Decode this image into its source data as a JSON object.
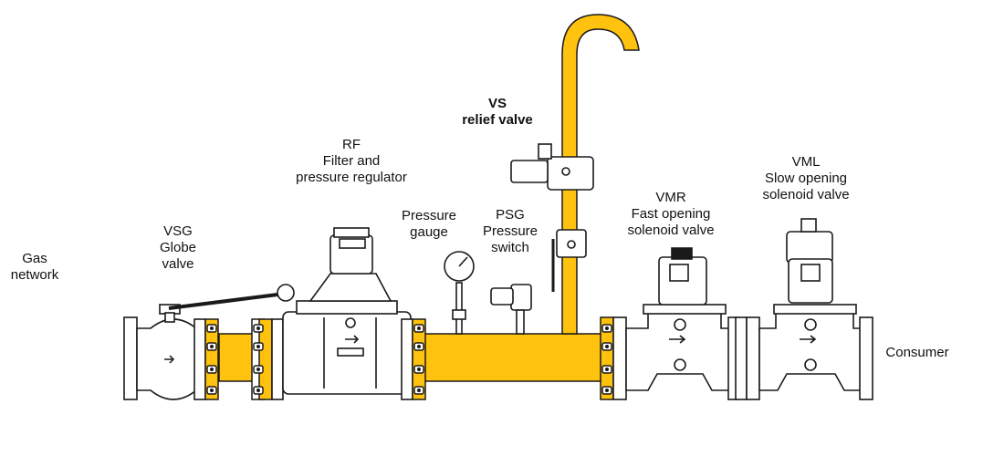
{
  "labels": {
    "gas_network": {
      "line1": "Gas",
      "line2": "network"
    },
    "vsg": {
      "line1": "VSG",
      "line2": "Globe",
      "line3": "valve"
    },
    "rf": {
      "line1": "RF",
      "line2": "Filter and",
      "line3": "pressure regulator"
    },
    "pressure_gauge": {
      "line1": "Pressure",
      "line2": "gauge"
    },
    "vs": {
      "line1": "VS",
      "line2": "relief valve"
    },
    "psg": {
      "line1": "PSG",
      "line2": "Pressure",
      "line3": "switch"
    },
    "vmr": {
      "line1": "VMR",
      "line2": "Fast opening",
      "line3": "solenoid valve"
    },
    "vml": {
      "line1": "VML",
      "line2": "Slow opening",
      "line3": "solenoid valve"
    },
    "consumer": {
      "line1": "Consumer"
    }
  },
  "colors": {
    "pipe": "#FFC20E",
    "outline": "#1a1a1a",
    "body": "#ffffff"
  }
}
